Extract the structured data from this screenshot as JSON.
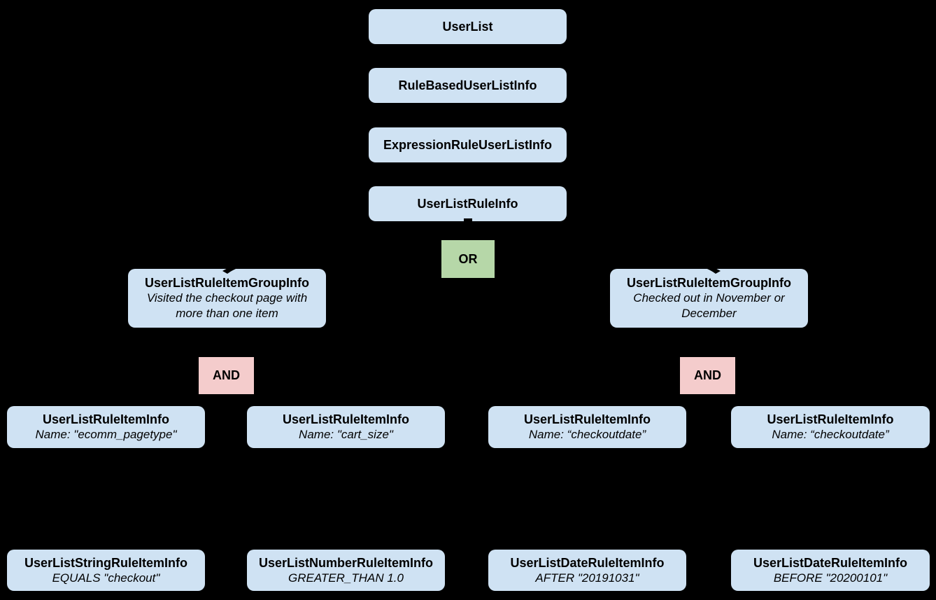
{
  "colors": {
    "background": "#000000",
    "node_fill": "#cfe2f3",
    "or_fill": "#b6d7a8",
    "and_fill": "#f4cccc",
    "text": "#000000"
  },
  "chain": [
    {
      "label": "UserList"
    },
    {
      "label": "RuleBasedUserListInfo"
    },
    {
      "label": "ExpressionRuleUserListInfo"
    },
    {
      "label": "UserListRuleInfo"
    }
  ],
  "operators": {
    "or_label": "OR",
    "and_left_label": "AND",
    "and_right_label": "AND"
  },
  "groups": [
    {
      "title": "UserListRuleItemGroupInfo",
      "description": "Visited the checkout page with more than one item"
    },
    {
      "title": "UserListRuleItemGroupInfo",
      "description": "Checked out in November or December"
    }
  ],
  "rule_items": [
    {
      "title": "UserListRuleItemInfo",
      "description": "Name: \"ecomm_pagetype\""
    },
    {
      "title": "UserListRuleItemInfo",
      "description": "Name: \"cart_size\""
    },
    {
      "title": "UserListRuleItemInfo",
      "description": "Name: “checkoutdate”"
    },
    {
      "title": "UserListRuleItemInfo",
      "description": "Name: “checkoutdate”"
    }
  ],
  "leaf_items": [
    {
      "title": "UserListStringRuleItemInfo",
      "description": "EQUALS \"checkout\""
    },
    {
      "title": "UserListNumberRuleItemInfo",
      "description": "GREATER_THAN 1.0"
    },
    {
      "title": "UserListDateRuleItemInfo",
      "description": "AFTER \"20191031\""
    },
    {
      "title": "UserListDateRuleItemInfo",
      "description": "BEFORE \"20200101\""
    }
  ]
}
